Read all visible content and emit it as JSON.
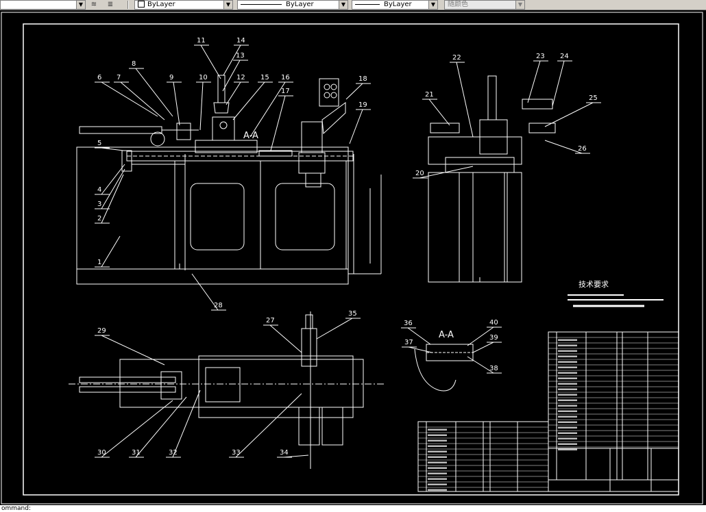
{
  "toolbar": {
    "layer_combo": "ByLayer",
    "linetype_combo": "ByLayer",
    "lineweight_combo": "ByLayer",
    "color_combo": "随颜色"
  },
  "drawing": {
    "section_label_top": "A-A",
    "section_label_detail": "A-A",
    "tech_req_title": "技术要求",
    "balloons": [
      "1",
      "2",
      "3",
      "4",
      "5",
      "6",
      "7",
      "8",
      "9",
      "10",
      "11",
      "12",
      "13",
      "14",
      "15",
      "16",
      "17",
      "18",
      "19",
      "20",
      "21",
      "22",
      "23",
      "24",
      "25",
      "26",
      "27",
      "28",
      "29",
      "30",
      "31",
      "32",
      "33",
      "34",
      "35",
      "36",
      "37",
      "38",
      "39",
      "40"
    ]
  },
  "command_line": {
    "text": "ommand: "
  }
}
